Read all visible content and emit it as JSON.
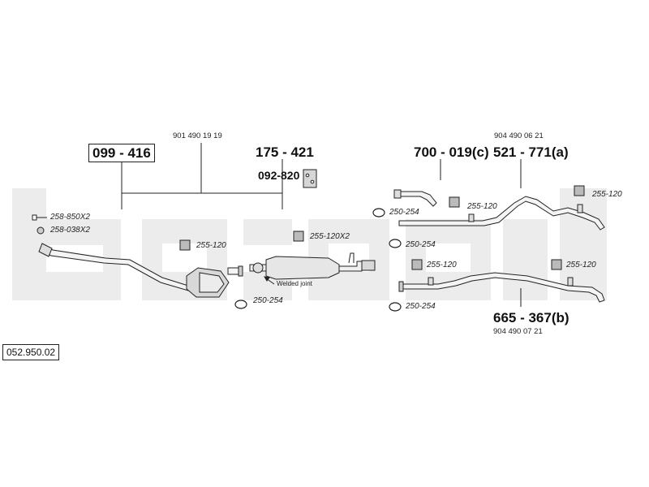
{
  "colors": {
    "line": "#222222",
    "pipe_fill": "#f2f2f2",
    "part_fill": "#dcdcdc",
    "background_logo": "#e8e8e8",
    "text": "#111111"
  },
  "labels": {
    "part_099_416": "099 - 416",
    "oe_901_490_19_19": "901 490 19 19",
    "part_175_421": "175 - 421",
    "part_092_820": "092-820",
    "part_700_019c": "700 - 019(c)",
    "oe_904_490_06_21": "904 490 06 21",
    "part_521_771a": "521 - 771(a)",
    "part_665_367b": "665 - 367(b)",
    "oe_904_490_07_21": "904 490 07 21",
    "bolt_258_850x2": "258-850X2",
    "nut_258_038x2": "258-038X2",
    "clamp_255_120_cat": "255-120",
    "clamp_255_120x2_mid": "255-120X2",
    "ring_250_254_mid": "250-254",
    "welded_joint": "Welded joint",
    "ring_250_254_top": "250-254",
    "clamp_255_120_tail_a": "255-120",
    "clamp_255_120_right_a": "255-120",
    "ring_250_254_b1": "250-254",
    "clamp_255_120_tail_b": "255-120",
    "clamp_255_120_right_b": "255-120",
    "ring_250_254_b2": "250-254",
    "diagram_reference": "052.950.02"
  },
  "icons": {
    "bolt": "bolt-icon",
    "nut": "nut-icon",
    "clamp": "clamp-icon",
    "ring": "rubber-ring-icon",
    "bracket": "mounting-bracket-icon",
    "arrow": "pointer-arrow-icon"
  }
}
